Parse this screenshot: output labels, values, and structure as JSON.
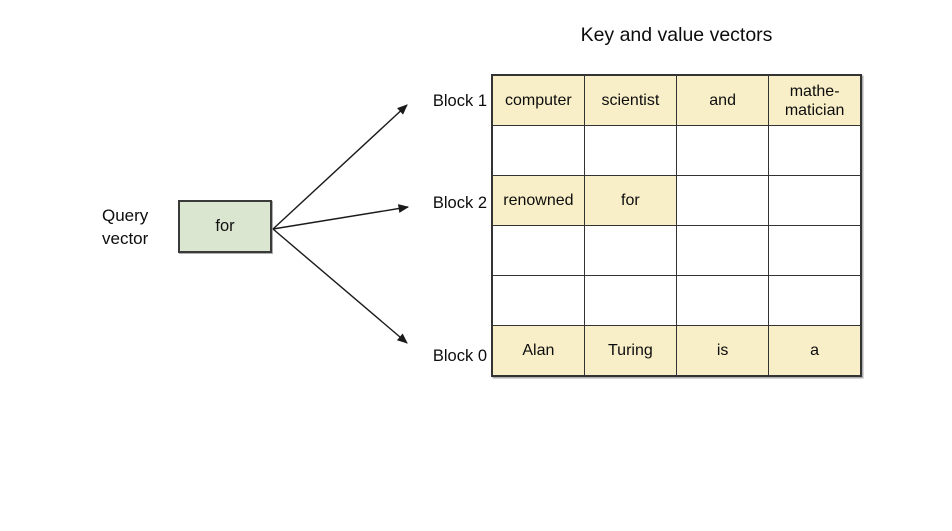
{
  "title": "Key and value vectors",
  "query_vector": {
    "label": "Query\nvector",
    "value": "for"
  },
  "block_labels": {
    "block1": "Block 1",
    "block2": "Block 2",
    "block0": "Block 0"
  },
  "table": {
    "rows": [
      {
        "cells": [
          {
            "text": "computer",
            "fill": "yellow"
          },
          {
            "text": "scientist",
            "fill": "yellow"
          },
          {
            "text": "and",
            "fill": "yellow"
          },
          {
            "text": "mathe-\nmatician",
            "fill": "yellow"
          }
        ]
      },
      {
        "cells": [
          {
            "text": "",
            "fill": "white"
          },
          {
            "text": "",
            "fill": "white"
          },
          {
            "text": "",
            "fill": "white"
          },
          {
            "text": "",
            "fill": "white"
          }
        ]
      },
      {
        "cells": [
          {
            "text": "renowned",
            "fill": "yellow"
          },
          {
            "text": "for",
            "fill": "yellow"
          },
          {
            "text": "",
            "fill": "white"
          },
          {
            "text": "",
            "fill": "white"
          }
        ]
      },
      {
        "cells": [
          {
            "text": "",
            "fill": "white"
          },
          {
            "text": "",
            "fill": "white"
          },
          {
            "text": "",
            "fill": "white"
          },
          {
            "text": "",
            "fill": "white"
          }
        ]
      },
      {
        "cells": [
          {
            "text": "",
            "fill": "white"
          },
          {
            "text": "",
            "fill": "white"
          },
          {
            "text": "",
            "fill": "white"
          },
          {
            "text": "",
            "fill": "white"
          }
        ]
      },
      {
        "cells": [
          {
            "text": "Alan",
            "fill": "yellow"
          },
          {
            "text": "Turing",
            "fill": "yellow"
          },
          {
            "text": "is",
            "fill": "yellow"
          },
          {
            "text": "a",
            "fill": "yellow"
          }
        ]
      }
    ]
  },
  "colors": {
    "highlight_yellow": "#f8efc8",
    "query_green": "#dbe6d0",
    "border": "#333333",
    "arrow": "#1a1a1a"
  }
}
